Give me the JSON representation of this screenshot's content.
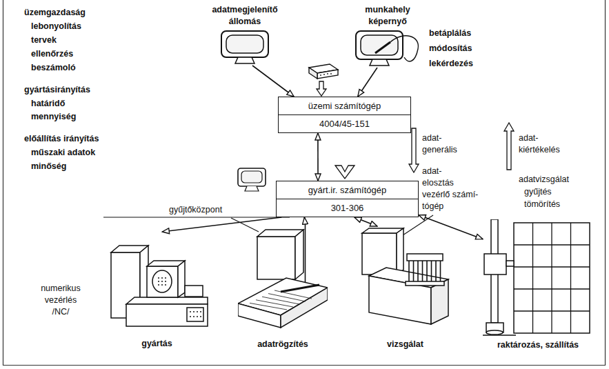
{
  "diagram": {
    "nodes": [
      {
        "text": [
          "adatmegjelenítő állomás"
        ]
      },
      {
        "text": [
          "munkahely képernyő"
        ]
      },
      {
        "text": [
          "üzemi számítógép",
          "4004/45-151"
        ]
      },
      {
        "text": [
          "gyárt.ir. számítógép",
          "301-306"
        ]
      },
      {
        "text": [
          "gyártás"
        ]
      },
      {
        "text": [
          "adatrögzítés"
        ]
      },
      {
        "text": [
          "vizsgálat"
        ]
      },
      {
        "text": [
          "raktározás, szállítás"
        ]
      }
    ],
    "edges": [
      {
        "from": 0,
        "to": 2,
        "arrow": "to"
      },
      {
        "from": 1,
        "to": 2,
        "arrow": "to"
      },
      {
        "from": 2,
        "to": 3,
        "arrow": "both"
      },
      {
        "from": 3,
        "to": 4,
        "arrow": "to"
      },
      {
        "from": 5,
        "to": 3,
        "arrow": "to"
      },
      {
        "from": 3,
        "to": 6,
        "arrow": "both"
      },
      {
        "from": 3,
        "to": 7,
        "arrow": "both"
      }
    ],
    "labels": [
      "üzemgazdaság",
      "lebonyolítás",
      "tervek",
      "ellenőrzés",
      "beszámoló",
      "gyártásirányítás",
      "határidő",
      "mennyiség",
      "előállítás irányítás",
      "műszaki adatok",
      "minőség",
      "betáplálás",
      "módosítás",
      "lekérdezés",
      "adat- generális",
      "adat- kiértékelés",
      "adat- elosztás",
      "vezérlő számí- tógép",
      "adatvizsgálat",
      "gyűjtés",
      "tömörítés",
      "gyűjtőközpont",
      "numerikus vezérlés /NC/"
    ]
  }
}
